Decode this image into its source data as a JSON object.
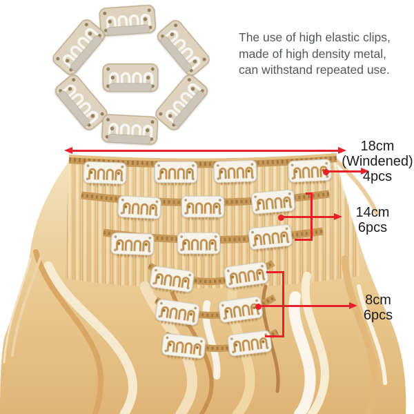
{
  "description": {
    "lines": [
      "The use of high elastic clips,",
      "made of high density metal,",
      "can withstand repeated use."
    ]
  },
  "labels": {
    "width": {
      "size": "18cm",
      "note": "(Windened)",
      "count": "4pcs"
    },
    "medium": {
      "size": "14cm",
      "count": "6pcs"
    },
    "small": {
      "size": "8cm",
      "count": "6pcs"
    }
  },
  "clip_cluster": {
    "clip_count": 7
  },
  "wefts": [
    {
      "length": "18cm",
      "clips": 4
    },
    {
      "length": "14cm",
      "clips": 3
    },
    {
      "length": "14cm",
      "clips": 3
    },
    {
      "length": "8cm",
      "clips": 2
    },
    {
      "length": "8cm",
      "clips": 2
    },
    {
      "length": "8cm",
      "clips": 2
    }
  ],
  "colors": {
    "annotation_red": "#e62129",
    "label_text": "#1b1b1b",
    "description_text": "#53575a",
    "clip_white": "#f6f3eb",
    "clip_champagne": "#ded3bf",
    "hair_gold": "#e9c88f",
    "weft_stitch": "#c79a58",
    "background": "#ffffff"
  },
  "icons": {
    "snap_clip": "u-wire-snap-clip",
    "width_arrow": "double-headed-arrow"
  }
}
